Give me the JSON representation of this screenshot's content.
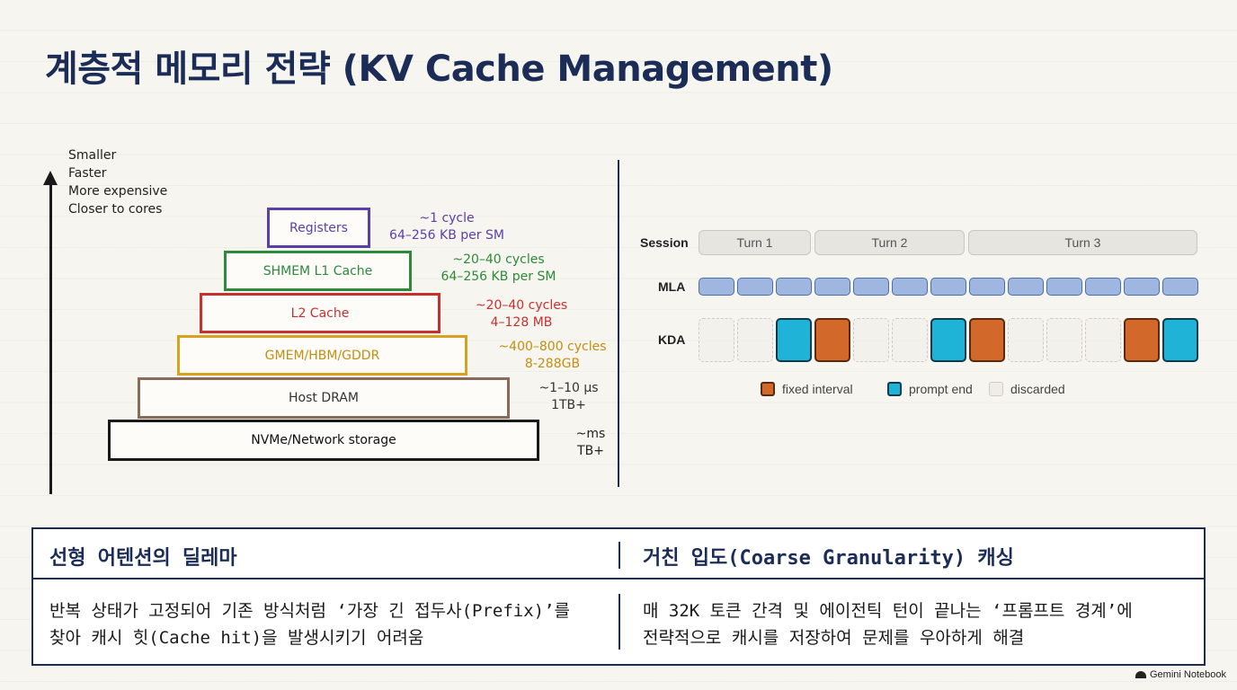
{
  "title": "계층적 메모리 전략 (KV Cache Management)",
  "hierarchy": {
    "axis_labels": [
      "Smaller",
      "Faster",
      "More expensive",
      "Closer to cores"
    ],
    "tiers": [
      {
        "name": "Registers",
        "latency": "~1 cycle",
        "capacity": "64–256 KB per SM",
        "color": "#5b3fa8"
      },
      {
        "name": "SHMEM L1 Cache",
        "latency": "~20–40 cycles",
        "capacity": "64–256 KB per SM",
        "color": "#2d8a3a"
      },
      {
        "name": "L2 Cache",
        "latency": "~20–40 cycles",
        "capacity": "4–128 MB",
        "color": "#c8302f"
      },
      {
        "name": "GMEM/HBM/GDDR",
        "latency": "~400–800 cycles",
        "capacity": "8-288GB",
        "color": "#d9a21e"
      },
      {
        "name": "Host DRAM",
        "latency": "~1–10 µs",
        "capacity": "1TB+",
        "color": "#8a6a58"
      },
      {
        "name": "NVMe/Network storage",
        "latency": "~ms",
        "capacity": "TB+",
        "color": "#1a1a1a"
      }
    ]
  },
  "timeline": {
    "row_labels": {
      "session": "Session",
      "mla": "MLA",
      "kda": "KDA"
    },
    "turns": [
      "Turn 1",
      "Turn 2",
      "Turn 3"
    ],
    "mla_blocks": 13,
    "kda_blocks": [
      "discarded",
      "discarded",
      "prompt",
      "fixed",
      "discarded",
      "discarded",
      "prompt",
      "fixed",
      "discarded",
      "discarded",
      "discarded",
      "fixed",
      "prompt"
    ],
    "legend": [
      {
        "key": "fixed",
        "label": "fixed interval",
        "color": "#d2692a"
      },
      {
        "key": "prompt",
        "label": "prompt end",
        "color": "#1fb3d8"
      },
      {
        "key": "discarded",
        "label": "discarded",
        "color": "#efede8"
      }
    ]
  },
  "table": {
    "left": {
      "heading": "선형 어텐션의 딜레마",
      "body": [
        "반복 상태가 고정되어 기존 방식처럼 ‘가장 긴 접두사(Prefix)’를",
        "찾아 캐시 힛(Cache hit)을 발생시키기 어려움"
      ]
    },
    "right": {
      "heading": "거친 입도(Coarse Granularity) 캐싱",
      "body": [
        "매 32K 토큰 간격 및 에이전틱 턴이 끝나는 ‘프롬프트 경계’에",
        "전략적으로 캐시를 저장하여 문제를 우아하게 해결"
      ]
    }
  },
  "brand": "Gemini Notebook"
}
